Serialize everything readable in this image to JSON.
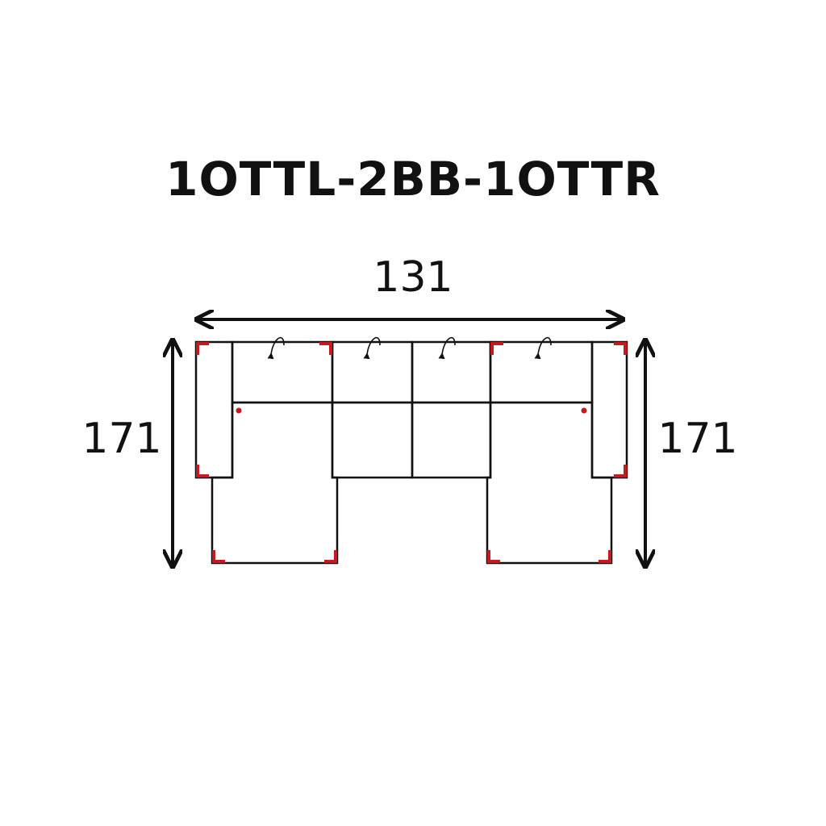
{
  "title": "1OTTL-2BB-1OTTR",
  "dimensions": {
    "width": "131",
    "depth_left": "171",
    "depth_right": "171"
  },
  "colors": {
    "line": "#111111",
    "corner_accent": "#c8191e",
    "background": "#ffffff"
  }
}
